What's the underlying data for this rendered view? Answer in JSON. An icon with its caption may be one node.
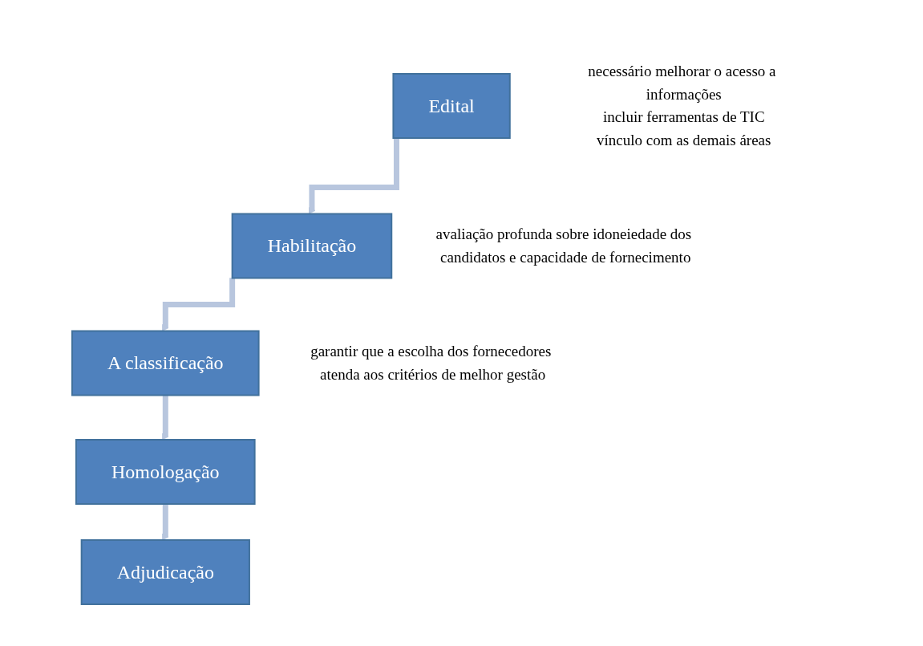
{
  "diagram": {
    "nodes": [
      {
        "text": [
          "Edital"
        ],
        "beside": [
          "necessário melhorar o acesso a informações",
          "incluir ferramentas de TIC",
          "vínculo com as demais áreas"
        ]
      },
      {
        "text": [
          "Habilitação"
        ],
        "beside": [
          "avaliação profunda sobre idoneiedade dos candidatos e capacidade de fornecimento"
        ]
      },
      {
        "text": [
          "A classificação"
        ],
        "beside": [
          "garantir que a escolha dos fornecedores atenda aos critérios de melhor gestão"
        ]
      },
      {
        "text": [
          "Homologação"
        ]
      },
      {
        "text": [
          "Adjudicação"
        ]
      }
    ],
    "edges": [
      {
        "from": 0,
        "to": 1,
        "arrow": "to"
      },
      {
        "from": 1,
        "to": 2,
        "arrow": "to"
      },
      {
        "from": 2,
        "to": 3,
        "arrow": "to"
      },
      {
        "from": 3,
        "to": 4,
        "arrow": "to"
      }
    ]
  }
}
